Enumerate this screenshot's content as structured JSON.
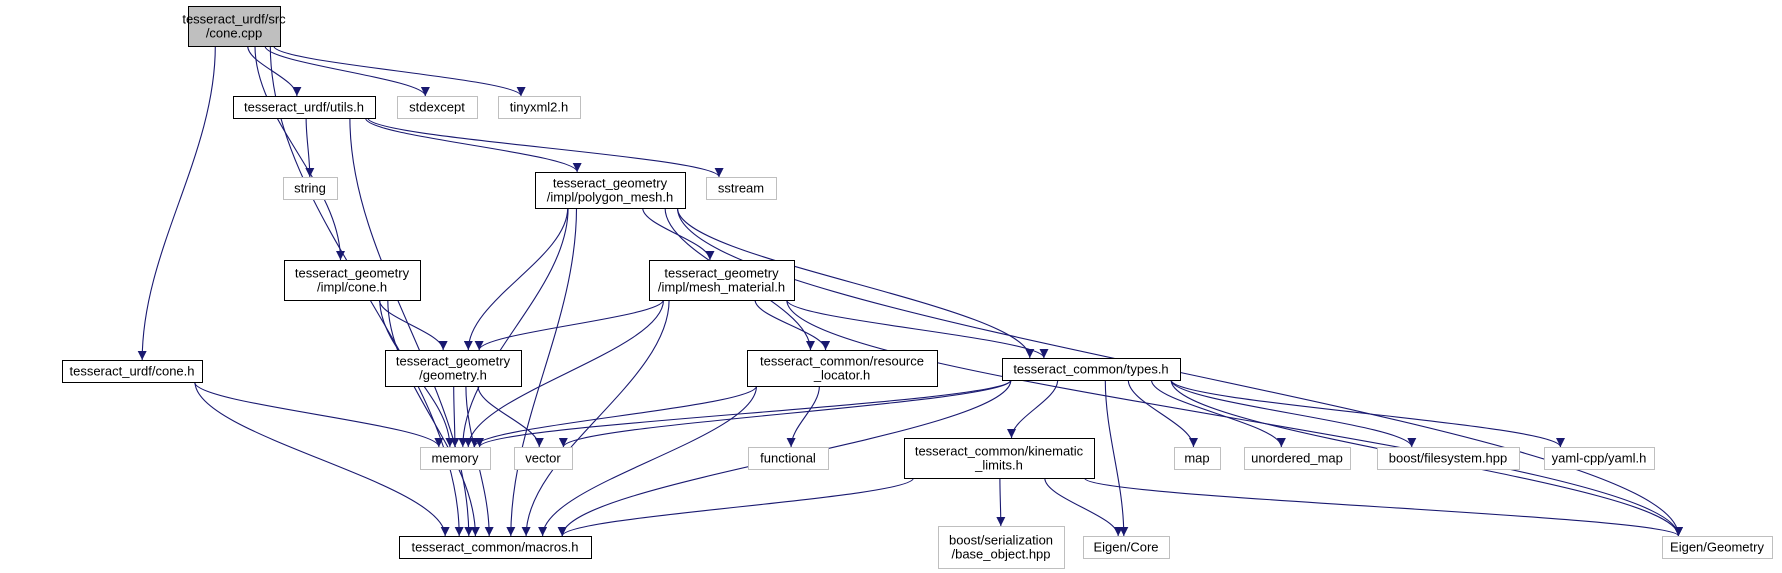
{
  "colors": {
    "edge": "#191970",
    "root_fill": "#bfbfbf",
    "root_border": "#000000",
    "internal_border": "#000000",
    "external_border": "#bfbfbf",
    "node_fill": "#ffffff"
  },
  "diagram": {
    "type": "include-dependency-graph",
    "nodes": [
      {
        "id": "cone_cpp",
        "kind": "root",
        "lines": [
          "tesseract_urdf/src",
          "/cone.cpp"
        ]
      },
      {
        "id": "utils_h",
        "kind": "internal",
        "lines": [
          "tesseract_urdf/utils.h"
        ]
      },
      {
        "id": "stdexcept",
        "kind": "external",
        "lines": [
          "stdexcept"
        ]
      },
      {
        "id": "tinyxml2",
        "kind": "external",
        "lines": [
          "tinyxml2.h"
        ]
      },
      {
        "id": "string",
        "kind": "external",
        "lines": [
          "string"
        ]
      },
      {
        "id": "polygon_mesh",
        "kind": "internal",
        "lines": [
          "tesseract_geometry",
          "/impl/polygon_mesh.h"
        ]
      },
      {
        "id": "sstream",
        "kind": "external",
        "lines": [
          "sstream"
        ]
      },
      {
        "id": "impl_cone",
        "kind": "internal",
        "lines": [
          "tesseract_geometry",
          "/impl/cone.h"
        ]
      },
      {
        "id": "mesh_material",
        "kind": "internal",
        "lines": [
          "tesseract_geometry",
          "/impl/mesh_material.h"
        ]
      },
      {
        "id": "urdf_cone",
        "kind": "internal",
        "lines": [
          "tesseract_urdf/cone.h"
        ]
      },
      {
        "id": "geometry_h",
        "kind": "internal",
        "lines": [
          "tesseract_geometry",
          "/geometry.h"
        ]
      },
      {
        "id": "resource_locator",
        "kind": "internal",
        "lines": [
          "tesseract_common/resource",
          "_locator.h"
        ]
      },
      {
        "id": "types_h",
        "kind": "internal",
        "lines": [
          "tesseract_common/types.h"
        ]
      },
      {
        "id": "memory",
        "kind": "external",
        "lines": [
          "memory"
        ]
      },
      {
        "id": "vector",
        "kind": "external",
        "lines": [
          "vector"
        ]
      },
      {
        "id": "functional",
        "kind": "external",
        "lines": [
          "functional"
        ]
      },
      {
        "id": "kinematic_limits",
        "kind": "internal",
        "lines": [
          "tesseract_common/kinematic",
          "_limits.h"
        ]
      },
      {
        "id": "map",
        "kind": "external",
        "lines": [
          "map"
        ]
      },
      {
        "id": "unordered_map",
        "kind": "external",
        "lines": [
          "unordered_map"
        ]
      },
      {
        "id": "boost_fs",
        "kind": "external",
        "lines": [
          "boost/filesystem.hpp"
        ]
      },
      {
        "id": "yaml",
        "kind": "external",
        "lines": [
          "yaml-cpp/yaml.h"
        ]
      },
      {
        "id": "macros_h",
        "kind": "internal",
        "lines": [
          "tesseract_common/macros.h"
        ]
      },
      {
        "id": "boost_ser",
        "kind": "external",
        "lines": [
          "boost/serialization",
          "/base_object.hpp"
        ]
      },
      {
        "id": "eigen_core",
        "kind": "external",
        "lines": [
          "Eigen/Core"
        ]
      },
      {
        "id": "eigen_geom",
        "kind": "external",
        "lines": [
          "Eigen/Geometry"
        ]
      }
    ],
    "edges": [
      [
        "cone_cpp",
        "utils_h"
      ],
      [
        "cone_cpp",
        "stdexcept"
      ],
      [
        "cone_cpp",
        "tinyxml2"
      ],
      [
        "cone_cpp",
        "impl_cone"
      ],
      [
        "cone_cpp",
        "urdf_cone"
      ],
      [
        "cone_cpp",
        "macros_h"
      ],
      [
        "utils_h",
        "string"
      ],
      [
        "utils_h",
        "polygon_mesh"
      ],
      [
        "utils_h",
        "sstream"
      ],
      [
        "utils_h",
        "macros_h"
      ],
      [
        "polygon_mesh",
        "mesh_material"
      ],
      [
        "polygon_mesh",
        "geometry_h"
      ],
      [
        "polygon_mesh",
        "memory"
      ],
      [
        "polygon_mesh",
        "macros_h"
      ],
      [
        "polygon_mesh",
        "resource_locator"
      ],
      [
        "polygon_mesh",
        "types_h"
      ],
      [
        "polygon_mesh",
        "eigen_geom"
      ],
      [
        "impl_cone",
        "geometry_h"
      ],
      [
        "impl_cone",
        "memory"
      ],
      [
        "impl_cone",
        "macros_h"
      ],
      [
        "mesh_material",
        "geometry_h"
      ],
      [
        "mesh_material",
        "memory"
      ],
      [
        "mesh_material",
        "macros_h"
      ],
      [
        "mesh_material",
        "resource_locator"
      ],
      [
        "mesh_material",
        "types_h"
      ],
      [
        "mesh_material",
        "eigen_geom"
      ],
      [
        "urdf_cone",
        "memory"
      ],
      [
        "urdf_cone",
        "macros_h"
      ],
      [
        "geometry_h",
        "memory"
      ],
      [
        "geometry_h",
        "vector"
      ],
      [
        "geometry_h",
        "macros_h"
      ],
      [
        "resource_locator",
        "memory"
      ],
      [
        "resource_locator",
        "functional"
      ],
      [
        "resource_locator",
        "macros_h"
      ],
      [
        "types_h",
        "memory"
      ],
      [
        "types_h",
        "vector"
      ],
      [
        "types_h",
        "macros_h"
      ],
      [
        "types_h",
        "kinematic_limits"
      ],
      [
        "types_h",
        "map"
      ],
      [
        "types_h",
        "unordered_map"
      ],
      [
        "types_h",
        "boost_fs"
      ],
      [
        "types_h",
        "yaml"
      ],
      [
        "types_h",
        "eigen_core"
      ],
      [
        "types_h",
        "eigen_geom"
      ],
      [
        "kinematic_limits",
        "macros_h"
      ],
      [
        "kinematic_limits",
        "boost_ser"
      ],
      [
        "kinematic_limits",
        "eigen_core"
      ],
      [
        "kinematic_limits",
        "eigen_geom"
      ]
    ]
  }
}
